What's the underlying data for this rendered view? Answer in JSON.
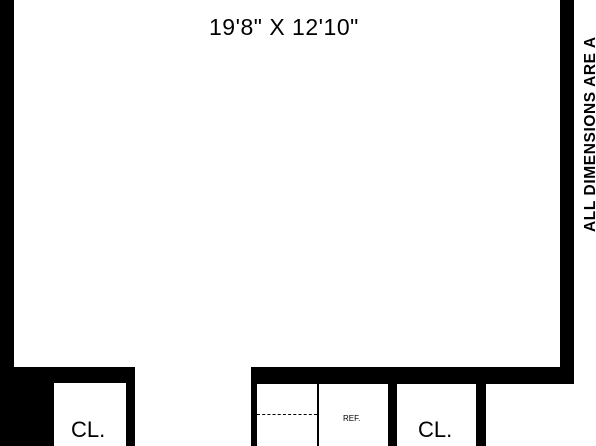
{
  "room": {
    "dimensions": "19'8\" X 12'10\""
  },
  "closets": {
    "left_label": "CL.",
    "right_label": "CL."
  },
  "kitchen": {
    "ref_label": "REF."
  },
  "note": {
    "side_text": "ALL DIMENSIONS ARE A"
  },
  "colors": {
    "wall": "#000000",
    "background": "#ffffff"
  }
}
